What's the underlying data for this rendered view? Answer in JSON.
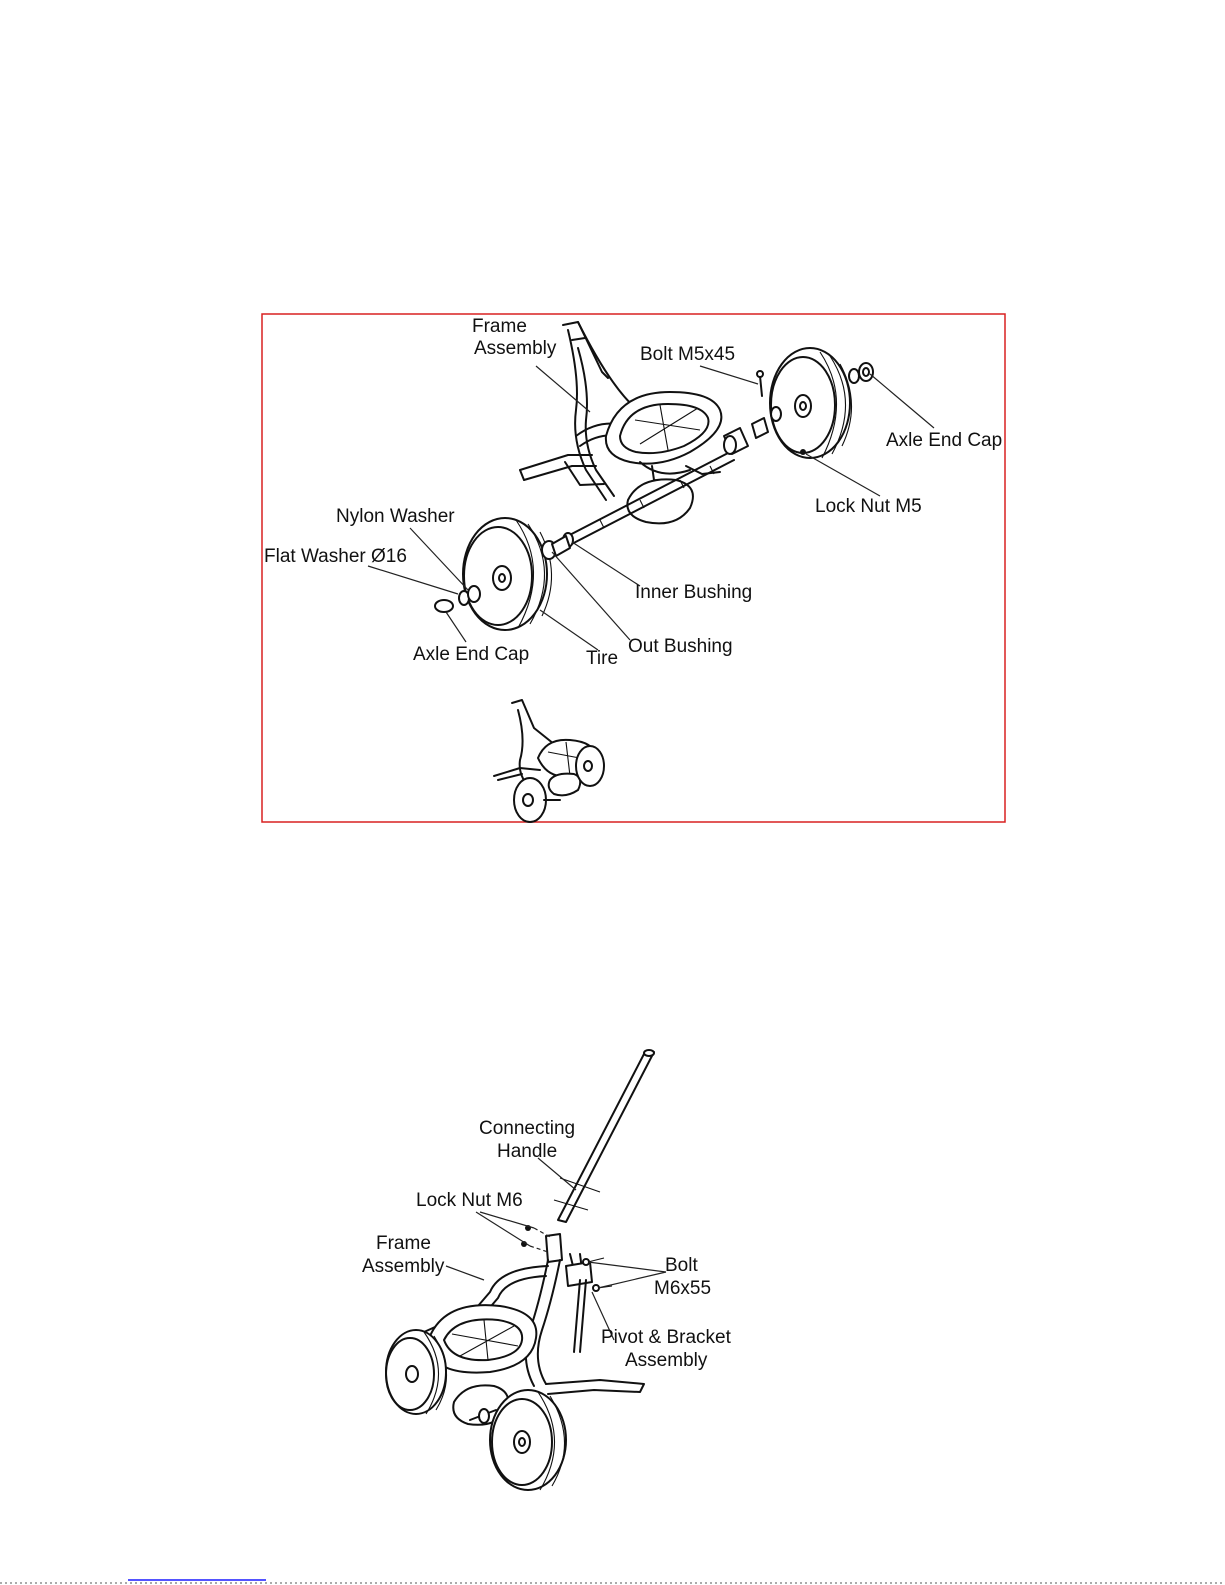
{
  "figure1": {
    "frame_color": "#d92020",
    "labels": {
      "frame_assembly_1": "Frame",
      "frame_assembly_2": "Assembly",
      "bolt_m5": "Bolt M5x45",
      "axle_end_cap_right": "Axle End Cap",
      "lock_nut_m5": "Lock Nut M5",
      "nylon_washer": "Nylon Washer",
      "flat_washer": "Flat Washer Ø16",
      "inner_bushing": "Inner Bushing",
      "out_bushing": "Out Bushing",
      "tire": "Tire",
      "axle_end_cap_left": "Axle End Cap"
    }
  },
  "figure2": {
    "labels": {
      "connecting_handle_1": "Connecting",
      "connecting_handle_2": "Handle",
      "lock_nut_m6": "Lock Nut M6",
      "frame_assembly_1": "Frame",
      "frame_assembly_2": "Assembly",
      "bolt_1": "Bolt",
      "bolt_2": "M6x55",
      "pivot_1": "Pivot & Bracket",
      "pivot_2": "Assembly"
    }
  },
  "footer": {
    "link_color": "#1a1aff"
  }
}
